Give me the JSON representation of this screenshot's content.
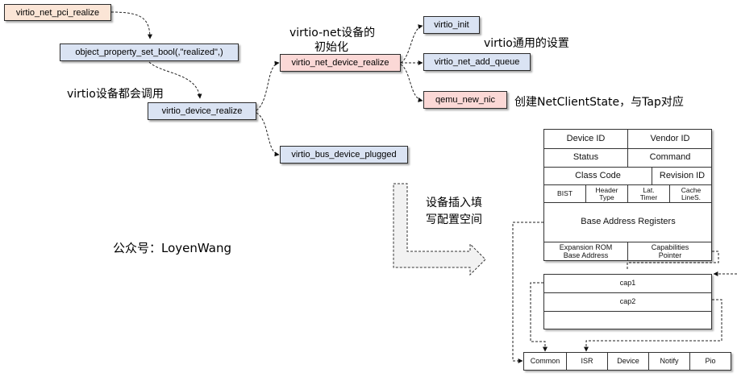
{
  "call_flow": {
    "virtio_net_pci_realize": "virtio_net_pci_realize",
    "object_property_set_bool": "object_property_set_bool(,\"realized\",)",
    "virtio_device_realize": "virtio_device_realize",
    "virtio_net_device_realize": "virtio_net_device_realize",
    "virtio_bus_device_plugged": "virtio_bus_device_plugged",
    "virtio_init": "virtio_init",
    "virtio_net_add_queue": "virtio_net_add_queue",
    "qemu_new_nic": "qemu_new_nic",
    "colors": {
      "entry": "#fbe5d6",
      "common": "#dae3f3",
      "net_specific": "#fbd8d6"
    }
  },
  "annotations": {
    "virtio_common_call": "virtio设备都会调用",
    "virtio_net_init_line1": "virtio-net设备的",
    "virtio_net_init_line2": "初始化",
    "virtio_common_setup": "virtio通用的设置",
    "netclientstate": "创建NetClientState，与Tap对应",
    "insert_line1": "设备插入填",
    "insert_line2": "写配置空间",
    "watermark": "公众号：LoyenWang"
  },
  "config_space": {
    "row1": [
      "Device ID",
      "Vendor ID"
    ],
    "row2": [
      "Status",
      "Command"
    ],
    "row3": [
      "Class Code",
      "Revision ID"
    ],
    "row4": [
      "BIST",
      "Header\nType",
      "Lat.\nTimer",
      "Cache\nLineS."
    ],
    "row4_lines": [
      [
        "BIST"
      ],
      [
        "Header",
        "Type"
      ],
      [
        "Lat.",
        "Timer"
      ],
      [
        "Cache",
        "LineS."
      ]
    ],
    "bar": "Base Address Registers",
    "expansion_rom": [
      "Expansion ROM",
      "Base Address"
    ],
    "capabilities_pointer": [
      "Capabilities",
      "Pointer"
    ]
  },
  "capabilities": [
    "cap1",
    "cap2",
    ""
  ],
  "bar_regions": [
    "Common",
    "ISR",
    "Device",
    "Notify",
    "Pio"
  ]
}
